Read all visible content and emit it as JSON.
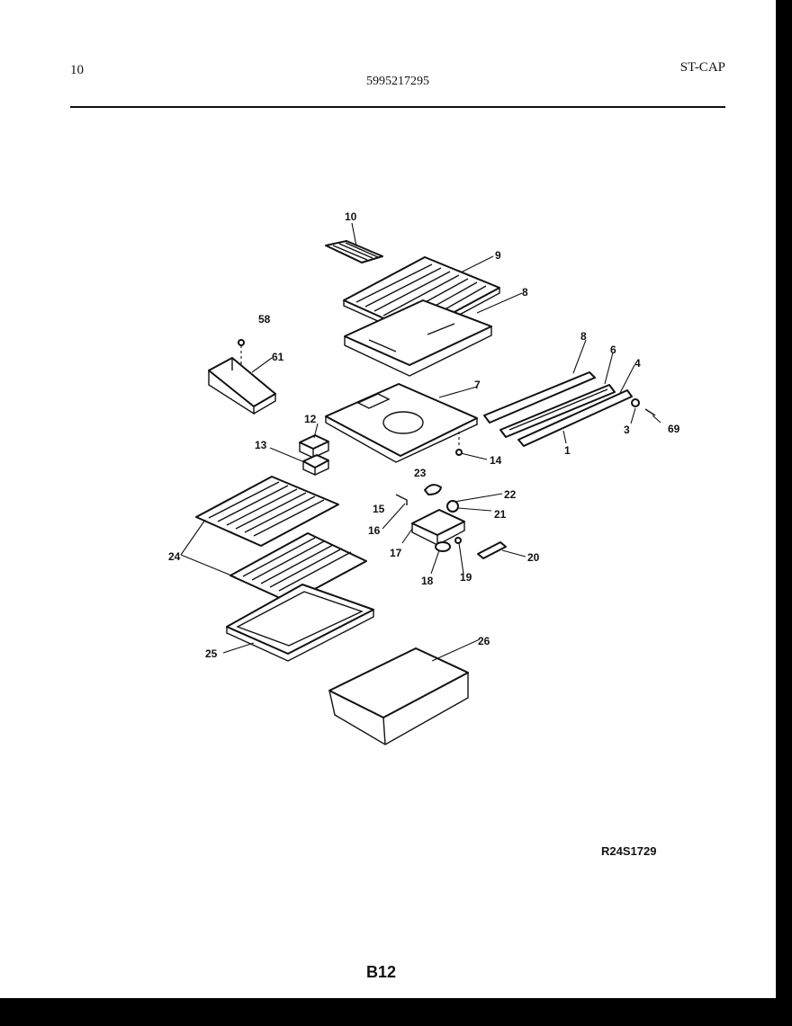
{
  "header": {
    "page_number": "10",
    "model_number": "5995217295",
    "section_code": "ST-CAP"
  },
  "footer": {
    "reference_code": "R24S1729",
    "page_label": "B12"
  },
  "callouts": [
    {
      "id": "c10",
      "label": "10"
    },
    {
      "id": "c9",
      "label": "9"
    },
    {
      "id": "c8a",
      "label": "8"
    },
    {
      "id": "c58",
      "label": "58"
    },
    {
      "id": "c61",
      "label": "61"
    },
    {
      "id": "c8b",
      "label": "8"
    },
    {
      "id": "c6",
      "label": "6"
    },
    {
      "id": "c4",
      "label": "4"
    },
    {
      "id": "c7",
      "label": "7"
    },
    {
      "id": "c12",
      "label": "12"
    },
    {
      "id": "c13",
      "label": "13"
    },
    {
      "id": "c3",
      "label": "3"
    },
    {
      "id": "c69",
      "label": "69"
    },
    {
      "id": "c1",
      "label": "1"
    },
    {
      "id": "c14",
      "label": "14"
    },
    {
      "id": "c23",
      "label": "23"
    },
    {
      "id": "c22",
      "label": "22"
    },
    {
      "id": "c15",
      "label": "15"
    },
    {
      "id": "c21",
      "label": "21"
    },
    {
      "id": "c16",
      "label": "16"
    },
    {
      "id": "c17",
      "label": "17"
    },
    {
      "id": "c20",
      "label": "20"
    },
    {
      "id": "c24",
      "label": "24"
    },
    {
      "id": "c18",
      "label": "18"
    },
    {
      "id": "c19",
      "label": "19"
    },
    {
      "id": "c26",
      "label": "26"
    },
    {
      "id": "c25",
      "label": "25"
    }
  ]
}
